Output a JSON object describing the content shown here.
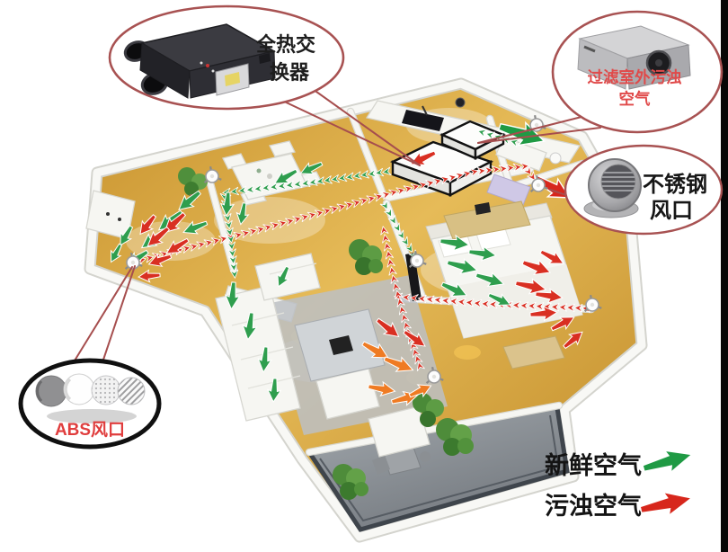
{
  "callouts": {
    "heat_exchanger": {
      "line1": "全热交",
      "line2": "换器",
      "text_color": "#1d1d1d"
    },
    "outdoor_filter": {
      "line1": "过滤室外污浊",
      "line2": "空气",
      "text_color": "#e04a4a"
    },
    "steel_vent": {
      "line1": "不锈钢",
      "line2": "风口",
      "text_color": "#161616"
    },
    "abs_vent": {
      "label": "ABS风口",
      "text_color": "#e03d3d"
    }
  },
  "legend": {
    "fresh": {
      "label": "新鲜空气"
    },
    "polluted": {
      "label": "污浊空气"
    }
  },
  "colors": {
    "fresh_green": "#2f9e4e",
    "polluted_red": "#d92f22",
    "exhaust_orange": "#ef7b23",
    "legend_green": "#1f9a44",
    "legend_red": "#d7271c",
    "callout_stroke": "#a85252",
    "abs_ellipse_stroke": "#101010"
  }
}
